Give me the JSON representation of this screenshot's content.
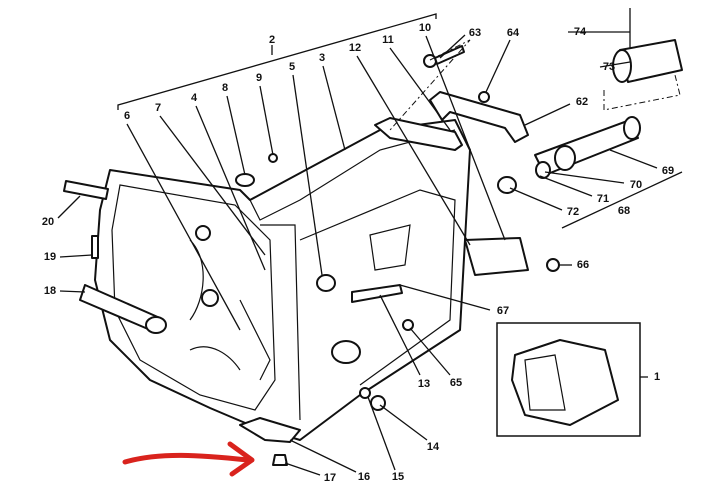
{
  "diagram": {
    "title": "Transmission housing exploded view",
    "labels": [
      "2",
      "6",
      "7",
      "4",
      "8",
      "9",
      "5",
      "3",
      "12",
      "11",
      "10",
      "63",
      "64",
      "74",
      "73",
      "62",
      "69",
      "70",
      "71",
      "72",
      "68",
      "66",
      "67",
      "65",
      "13",
      "14",
      "15",
      "16",
      "17",
      "1",
      "20",
      "19",
      "18"
    ],
    "highlight_color": "#d9231d"
  }
}
